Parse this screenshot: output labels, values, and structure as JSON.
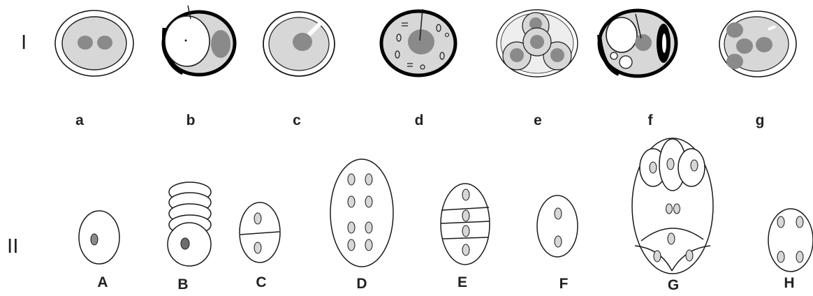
{
  "row_labels": {
    "row1": "I",
    "row2": "II"
  },
  "top_labels": [
    "a",
    "b",
    "c",
    "d",
    "e",
    "f",
    "g"
  ],
  "bottom_labels": [
    "A",
    "B",
    "C",
    "D",
    "E",
    "F",
    "G",
    "H"
  ],
  "colors": {
    "cell_fill": "#d7d7d7",
    "nucleus_fill": "#8a8a8a",
    "line": "#1a1a1a",
    "thick_wall": "#000000",
    "background": "#ffffff"
  }
}
